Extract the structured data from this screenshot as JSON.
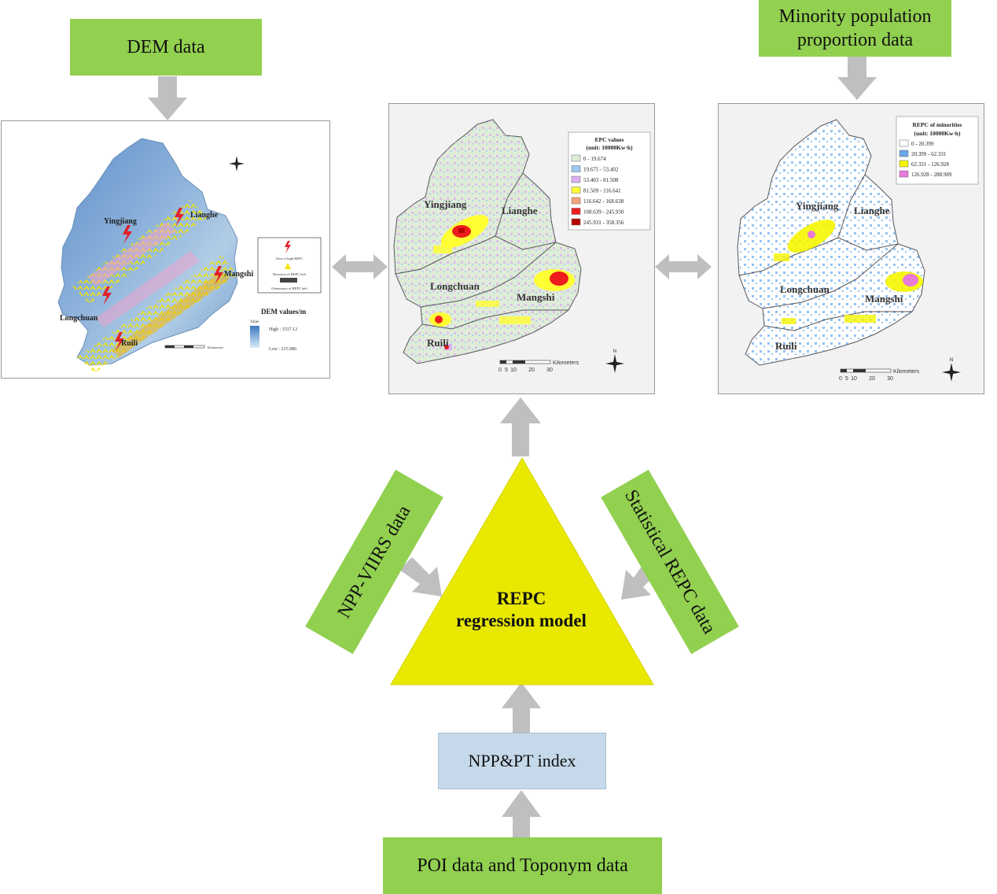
{
  "inputs": {
    "dem": "DEM data",
    "minority": "Minority population proportion data",
    "npp_viirs": "NPP-VIIRS data",
    "statistical": "Statistical REPC data",
    "npp_pt": "NPP&PT index",
    "poi": "POI data and Toponym data"
  },
  "model": {
    "line1": "REPC",
    "line2": "regression model"
  },
  "regions": {
    "yingjiang": "Yingjiang",
    "lianghe": "Lianghe",
    "longchuan": "Longchuan",
    "mangshi": "Mangshi",
    "ruili": "Ruili"
  },
  "dem_map": {
    "legend_title": "DEM values/m",
    "legend_value": "Value",
    "high": "High : 3337.12",
    "low": "Low : 215.986",
    "sym1": "Area of high REPC",
    "sym2": "Direction of REPC belt",
    "sym3": "Orientation of REPC belt",
    "scale_unit": "Kilometers"
  },
  "epc_map": {
    "legend_title": "EPC values",
    "legend_unit": "(unit: 10000Kw·h)",
    "classes": [
      {
        "label": "0 - 19.674",
        "color": "#dfecd8"
      },
      {
        "label": "19.675 - 53.402",
        "color": "#9ec9f0"
      },
      {
        "label": "53.403 - 81.508",
        "color": "#dcb0f0"
      },
      {
        "label": "81.509 - 116.641",
        "color": "#ffff33"
      },
      {
        "label": "116.642 - 168.638",
        "color": "#f4a27a"
      },
      {
        "label": "168.639 - 245.930",
        "color": "#ee1c1c"
      },
      {
        "label": "245.931 - 358.356",
        "color": "#b80000"
      }
    ],
    "scale_ticks": [
      "0",
      "5",
      "10",
      "20",
      "30"
    ],
    "scale_unit": "Kilometers"
  },
  "repc_map": {
    "legend_title": "REPC of minorities",
    "legend_unit": "(unit: 10000Kw·h)",
    "classes": [
      {
        "label": "0 - 20.399",
        "color": "#ffffff"
      },
      {
        "label": "20.399 - 62.331",
        "color": "#6aa6e8"
      },
      {
        "label": "62.331 - 126.928",
        "color": "#f6f600"
      },
      {
        "label": "126.928 - 288.989",
        "color": "#e87ad8"
      }
    ],
    "scale_ticks": [
      "0",
      "5",
      "10",
      "20",
      "30"
    ],
    "scale_unit": "Kilometers"
  },
  "compass": "N",
  "colors": {
    "green_box": "#92d050",
    "blue_box": "#c5d9ea",
    "triangle": "#e8e800",
    "arrow": "#bfbfbf"
  }
}
